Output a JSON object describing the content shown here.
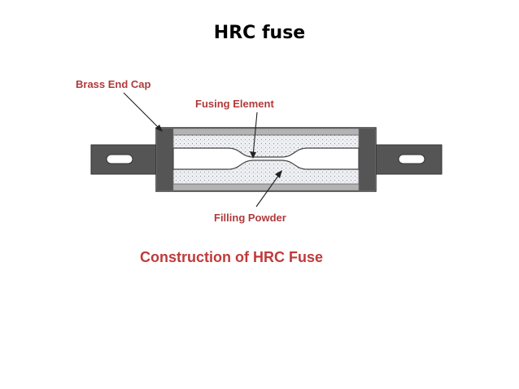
{
  "slide": {
    "title": "HRC fuse"
  },
  "diagram": {
    "labels": {
      "end_cap": "Brass End Cap",
      "fusing_element": "Fusing Element",
      "filling_powder": "Filling Powder"
    },
    "caption": "Construction of HRC Fuse",
    "colors": {
      "label_text": "#b03a3a",
      "caption_text": "#c03a3a",
      "metal_dark": "#555555",
      "metal_light": "#b3b3b3",
      "powder_fill": "#eef0f3"
    }
  }
}
